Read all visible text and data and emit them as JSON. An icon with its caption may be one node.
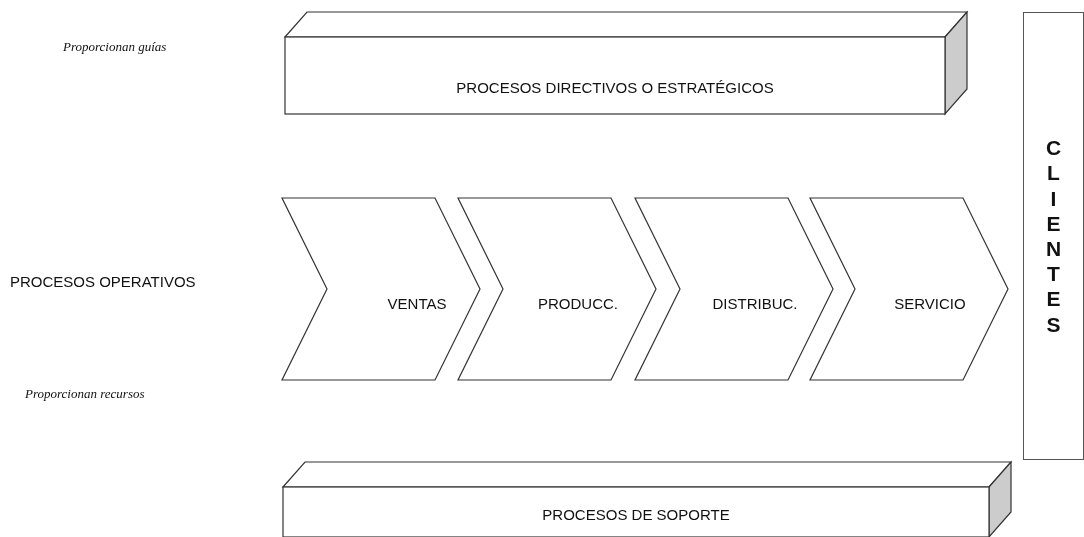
{
  "diagram": {
    "nodes": [
      {
        "text": [
          "PROCESOS DIRECTIVOS O ESTRATÉGICOS"
        ]
      },
      {
        "text": [
          "PROCESOS OPERATIVOS"
        ]
      },
      {
        "text": [
          "VENTAS"
        ]
      },
      {
        "text": [
          "PRODUCC."
        ]
      },
      {
        "text": [
          "DISTRIBUC."
        ]
      },
      {
        "text": [
          "SERVICIO"
        ]
      },
      {
        "text": [
          "CLIENTES"
        ]
      },
      {
        "text": [
          "PROCESOS DE SOPORTE"
        ]
      }
    ],
    "labels": [
      "Proporcionan guías",
      "Proporcionan recursos"
    ]
  }
}
